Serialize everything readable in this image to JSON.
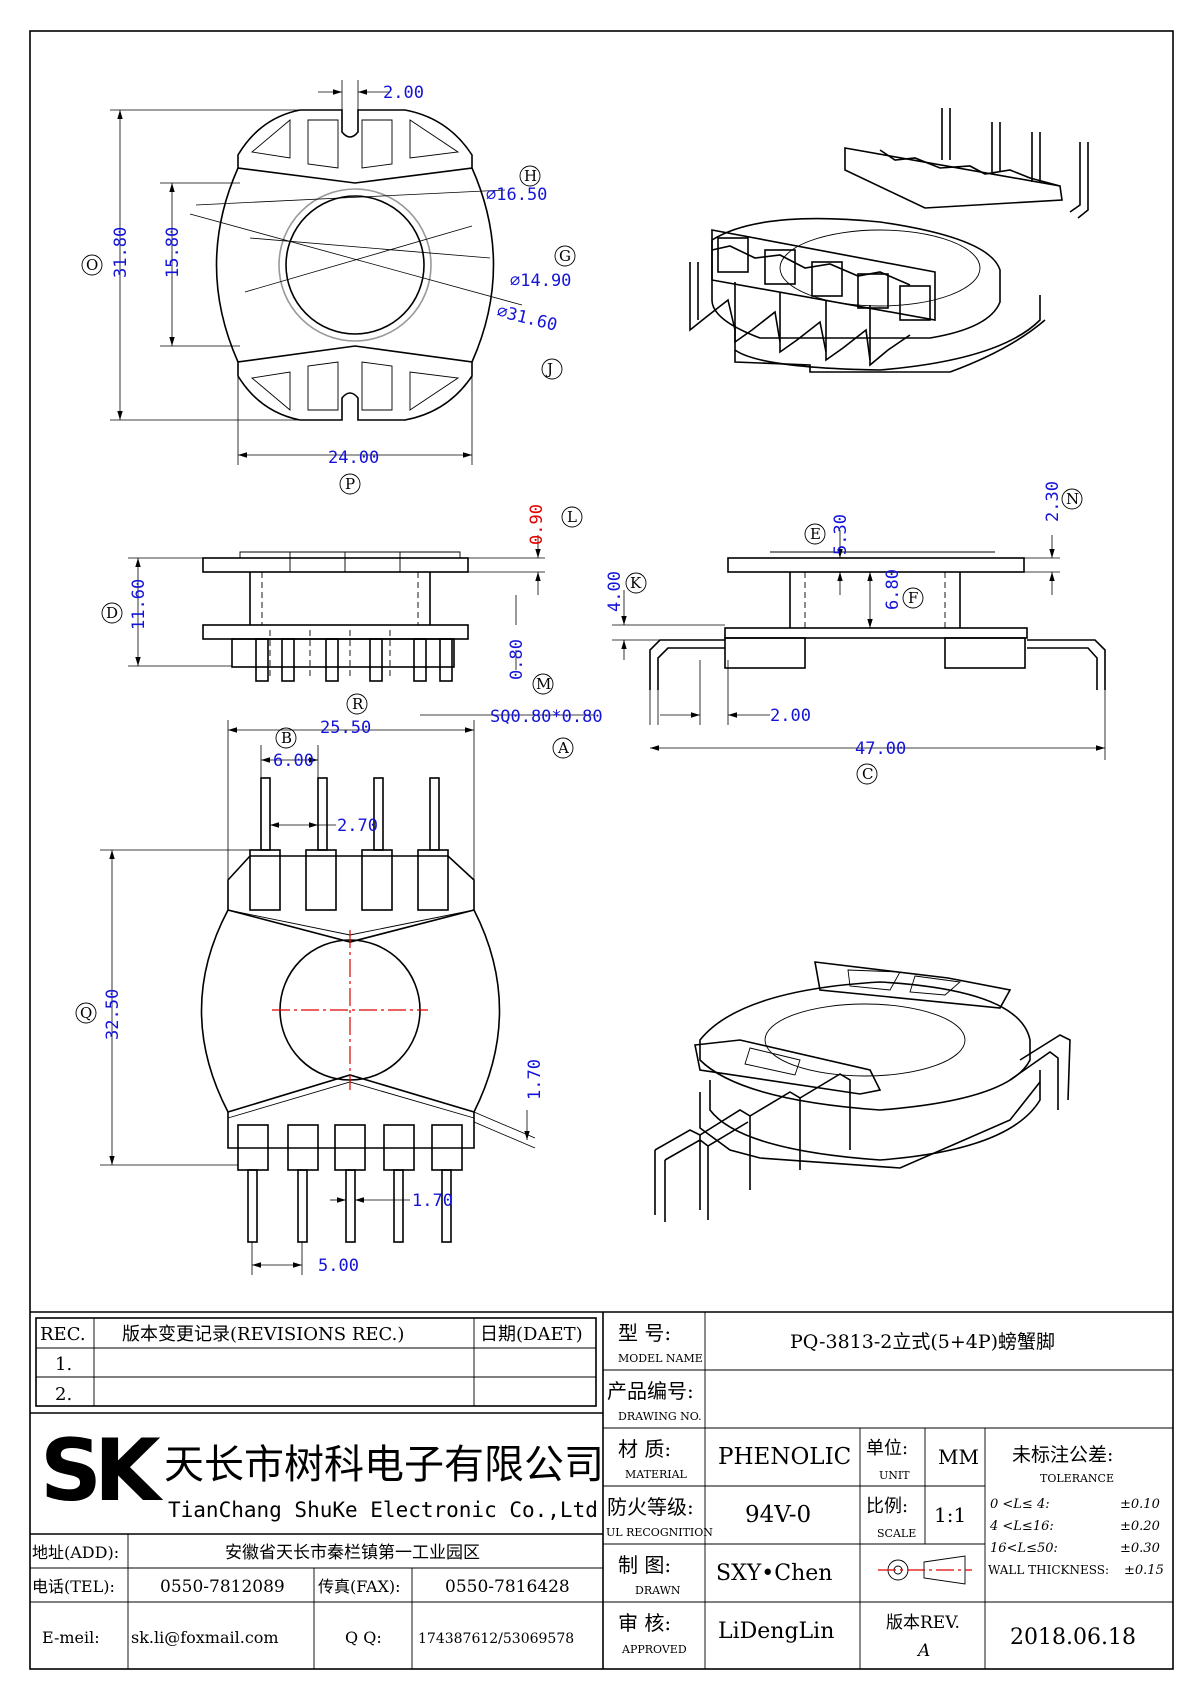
{
  "views": {
    "top": {
      "dims": {
        "slot_width": "2.00",
        "outer_height": "31.80",
        "inner_height": "15.80",
        "diam_h": "⌀16.50",
        "diam_g": "⌀14.90",
        "diam_j": "⌀31.60",
        "width": "24.00"
      },
      "labels": {
        "o": "O",
        "h": "H",
        "g": "G",
        "j": "J",
        "p": "P"
      }
    },
    "front": {
      "dims": {
        "flange": "0.90",
        "height": "11.60",
        "pin": "0.80",
        "pin_sq": "SQ0.80*0.80"
      },
      "labels": {
        "l": "L",
        "d": "D",
        "m": "M",
        "a": "A",
        "r": "R"
      }
    },
    "side": {
      "dims": {
        "k": "4.00",
        "e": "5.30",
        "f": "6.80",
        "n": "2.30",
        "pin_w": "2.00",
        "overall": "47.00"
      },
      "labels": {
        "e": "E",
        "k": "K",
        "f": "F",
        "n": "N",
        "c": "C"
      }
    },
    "bottom": {
      "dims": {
        "width": "25.50",
        "pitch_b": "6.00",
        "gap": "2.70",
        "height": "32.50",
        "wall": "1.70",
        "pin_gap": "1.70",
        "pitch_bottom": "5.00"
      },
      "labels": {
        "b": "B",
        "q": "Q"
      }
    }
  },
  "title_block": {
    "revisions": {
      "header_rec": "REC.",
      "header_desc": "版本变更记录(REVISIONS REC.)",
      "header_date": "日期(DAET)",
      "rows": [
        "1.",
        "2."
      ]
    },
    "company": {
      "logo_text": "SK",
      "name_cn": "天长市树科电子有限公司",
      "name_en": "TianChang ShuKe Electronic Co.,Ltd"
    },
    "contact": {
      "addr_label": "地址(ADD):",
      "addr_value": "安徽省天长市秦栏镇第一工业园区",
      "tel_label": "电话(TEL):",
      "tel_value": "0550-7812089",
      "fax_label": "传真(FAX):",
      "fax_value": "0550-7816428",
      "email_label": "E-meil:",
      "email_value": "sk.li@foxmail.com",
      "qq_label": "Q Q:",
      "qq_value": "174387612/53069578"
    },
    "fields": {
      "model_cn": "型  号:",
      "model_en": "MODEL NAME",
      "model_value": "PQ-3813-2立式(5+4P)螃蟹脚",
      "drawing_cn": "产品编号:",
      "drawing_en": "DRAWING NO.",
      "material_cn": "材  质:",
      "material_en": "MATERIAL",
      "material_value": "PHENOLIC",
      "ul_cn": "防火等级:",
      "ul_en": "UL RECOGNITION",
      "ul_value": "94V-0",
      "drawn_cn": "制  图:",
      "drawn_en": "DRAWN",
      "drawn_value": "SXY•Chen",
      "approved_cn": "审  核:",
      "approved_en": "APPROVED",
      "approved_value": "LiDengLin",
      "unit_cn": "单位:",
      "unit_en": "UNIT",
      "unit_value": "MM",
      "scale_cn": "比例:",
      "scale_en": "SCALE",
      "scale_value": "1:1",
      "rev_cn": "版本REV.",
      "rev_value": "A",
      "date_value": "2018.06.18"
    },
    "tolerance": {
      "title_cn": "未标注公差:",
      "title_en": "TOLERANCE",
      "rows": [
        {
          "range": "0 <L≤ 4:",
          "value": "±0.10"
        },
        {
          "range": "4 <L≤16:",
          "value": "±0.20"
        },
        {
          "range": "16<L≤50:",
          "value": "±0.30"
        },
        {
          "range": "WALL THICKNESS:",
          "value": "±0.15"
        }
      ]
    }
  }
}
